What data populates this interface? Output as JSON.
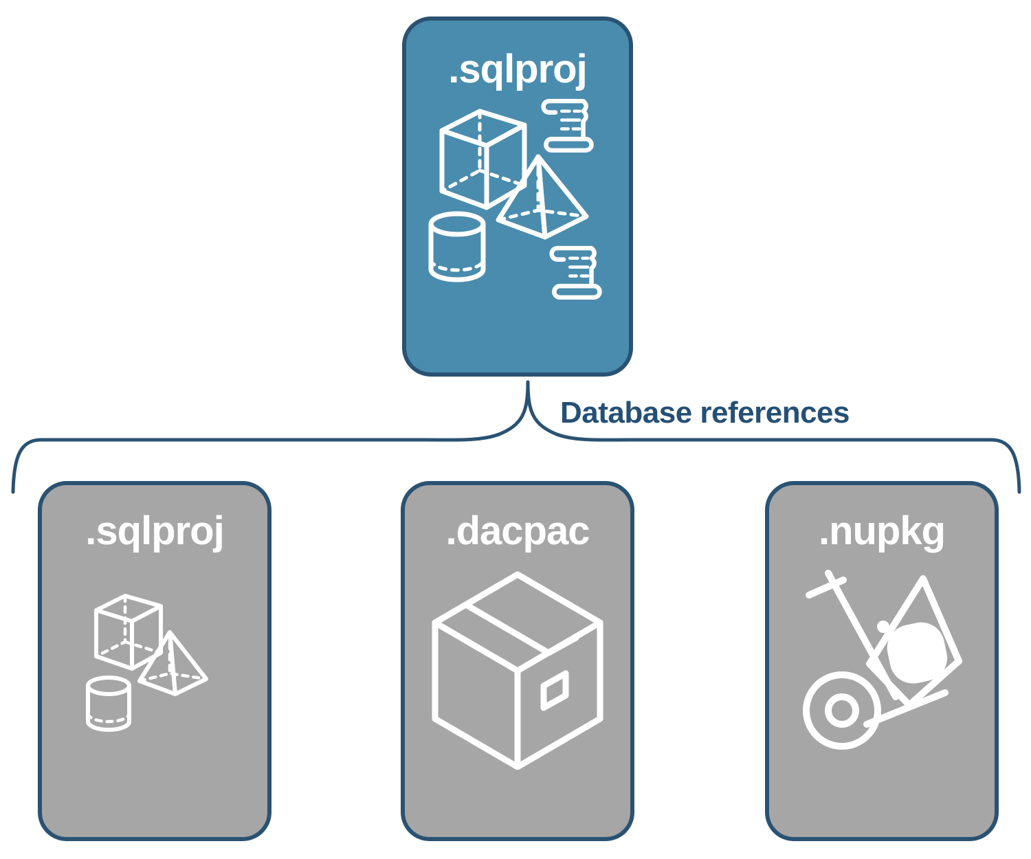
{
  "diagram": {
    "title_text_color": "#ffffff",
    "accent_blue": "#4a8cad",
    "border_navy": "#2a5272",
    "neutral_gray": "#a6a6a6",
    "label_color": "#255075"
  },
  "parent": {
    "title": ".sqlproj",
    "icons": [
      "cube-icon",
      "pyramid-icon",
      "cylinder-icon",
      "scroll-icon",
      "scroll-icon"
    ]
  },
  "connector": {
    "label": "Database references"
  },
  "children": [
    {
      "title": ".sqlproj",
      "icons": [
        "cube-icon",
        "pyramid-icon",
        "cylinder-icon"
      ]
    },
    {
      "title": ".dacpac",
      "icons": [
        "package-box-icon"
      ]
    },
    {
      "title": ".nupkg",
      "icons": [
        "hand-truck-nuget-icon"
      ]
    }
  ]
}
